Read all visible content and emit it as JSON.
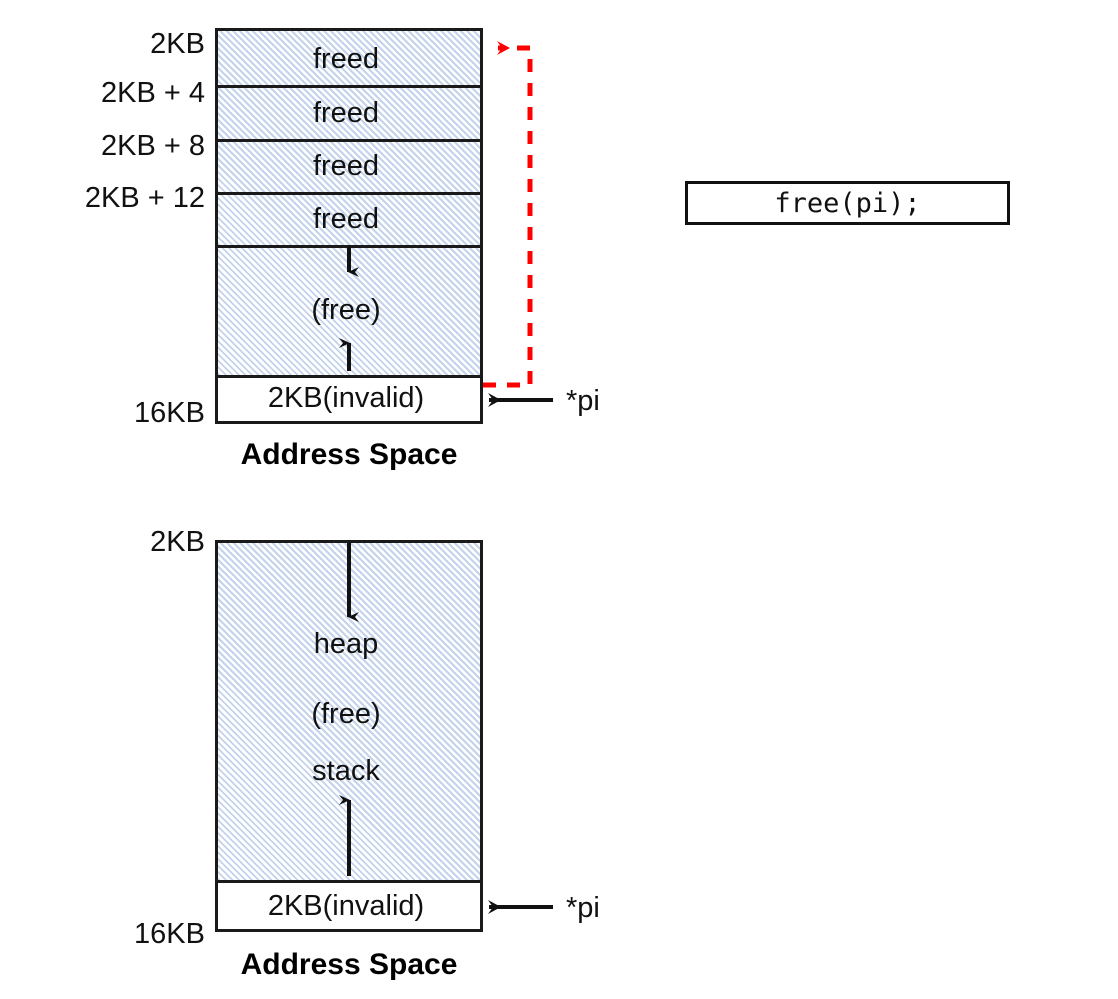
{
  "diagram": {
    "title_top": "Address Space",
    "title_bottom": "Address Space",
    "colors": {
      "hatch": "#c4d3ec",
      "stroke": "#1a1a1a",
      "highlight": "#ff0000",
      "background": "#ffffff"
    }
  },
  "top_diagram": {
    "caption": "Address Space",
    "address_labels": [
      {
        "text": "2KB"
      },
      {
        "text": "2KB + 4"
      },
      {
        "text": "2KB + 8"
      },
      {
        "text": "2KB + 12"
      },
      {
        "text": "16KB"
      }
    ],
    "rows": [
      {
        "text": "freed",
        "kind": "freed"
      },
      {
        "text": "freed",
        "kind": "freed"
      },
      {
        "text": "freed",
        "kind": "freed"
      },
      {
        "text": "freed",
        "kind": "freed"
      },
      {
        "text": "(free)",
        "kind": "free"
      },
      {
        "text": "2KB(invalid)",
        "kind": "invalid"
      }
    ],
    "pointer_label": "*pi",
    "highlight_arrow": "red-dashed-arrow-to-freed-block"
  },
  "bottom_diagram": {
    "caption": "Address Space",
    "address_labels": [
      {
        "text": "2KB"
      },
      {
        "text": "16KB"
      }
    ],
    "rows": [
      {
        "text": "heap",
        "kind": "heap"
      },
      {
        "text": "(free)",
        "kind": "free"
      },
      {
        "text": "stack",
        "kind": "stack"
      },
      {
        "text": "2KB(invalid)",
        "kind": "invalid"
      }
    ],
    "pointer_label": "*pi"
  },
  "code_panel": {
    "code": "free(pi);"
  }
}
